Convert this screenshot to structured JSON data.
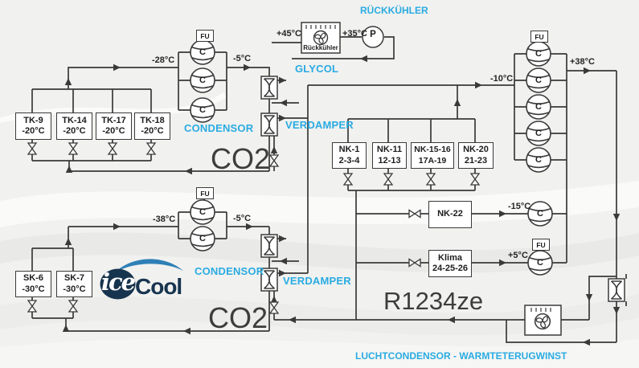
{
  "colors": {
    "accent": "#29abe2",
    "line": "#3a3a3a",
    "navy": "#17344f",
    "logo_blue": "#2e80b6"
  },
  "titles": {
    "rueckkuehler": "RÜCKKÜHLER",
    "glycol": "GLYCOL",
    "luchtcondensor": "LUCHTCONDENSOR - WARMTETERUGWINST"
  },
  "section_labels": {
    "condensor_top": "CONDENSOR",
    "verdamper_top": "VERDAMPER",
    "condensor_bottom": "CONDENSOR",
    "verdamper_bottom": "VERDAMPER",
    "refrigerant_top": "CO2",
    "refrigerant_bottom": "CO2",
    "refrigerant_right": "R1234ze"
  },
  "temperatures": {
    "tk_suction": "-28°C",
    "tk_discharge": "-5°C",
    "glycol_hot": "+45°C",
    "glycol_cold": "+35°C",
    "r1234ze_suction": "-10°C",
    "r1234ze_discharge": "+38°C",
    "sk_suction": "-38°C",
    "sk_discharge": "-5°C",
    "nk22_suction": "-15°C",
    "klima_suction": "+5°C"
  },
  "equipment": {
    "rueckkuehler_box": "Rückkühler",
    "compressor": "C",
    "pump": "P",
    "drive": "FU",
    "tk_units": [
      {
        "name": "TK-9",
        "temp": "-20°C"
      },
      {
        "name": "TK-14",
        "temp": "-20°C"
      },
      {
        "name": "TK-17",
        "temp": "-20°C"
      },
      {
        "name": "TK-18",
        "temp": "-20°C"
      }
    ],
    "sk_units": [
      {
        "name": "SK-6",
        "temp": "-30°C"
      },
      {
        "name": "SK-7",
        "temp": "-30°C"
      }
    ],
    "nk_units": [
      {
        "name": "NK-1",
        "ids": "2-3-4"
      },
      {
        "name": "NK-11",
        "ids": "12-13"
      },
      {
        "name": "NK-15-16",
        "ids": "17A-19"
      },
      {
        "name": "NK-20",
        "ids": "21-23"
      }
    ],
    "nk22": "NK-22",
    "klima": {
      "name": "Klima",
      "ids": "24-25-26"
    }
  },
  "logo": {
    "ice": "ice",
    "cool": "Cool"
  }
}
